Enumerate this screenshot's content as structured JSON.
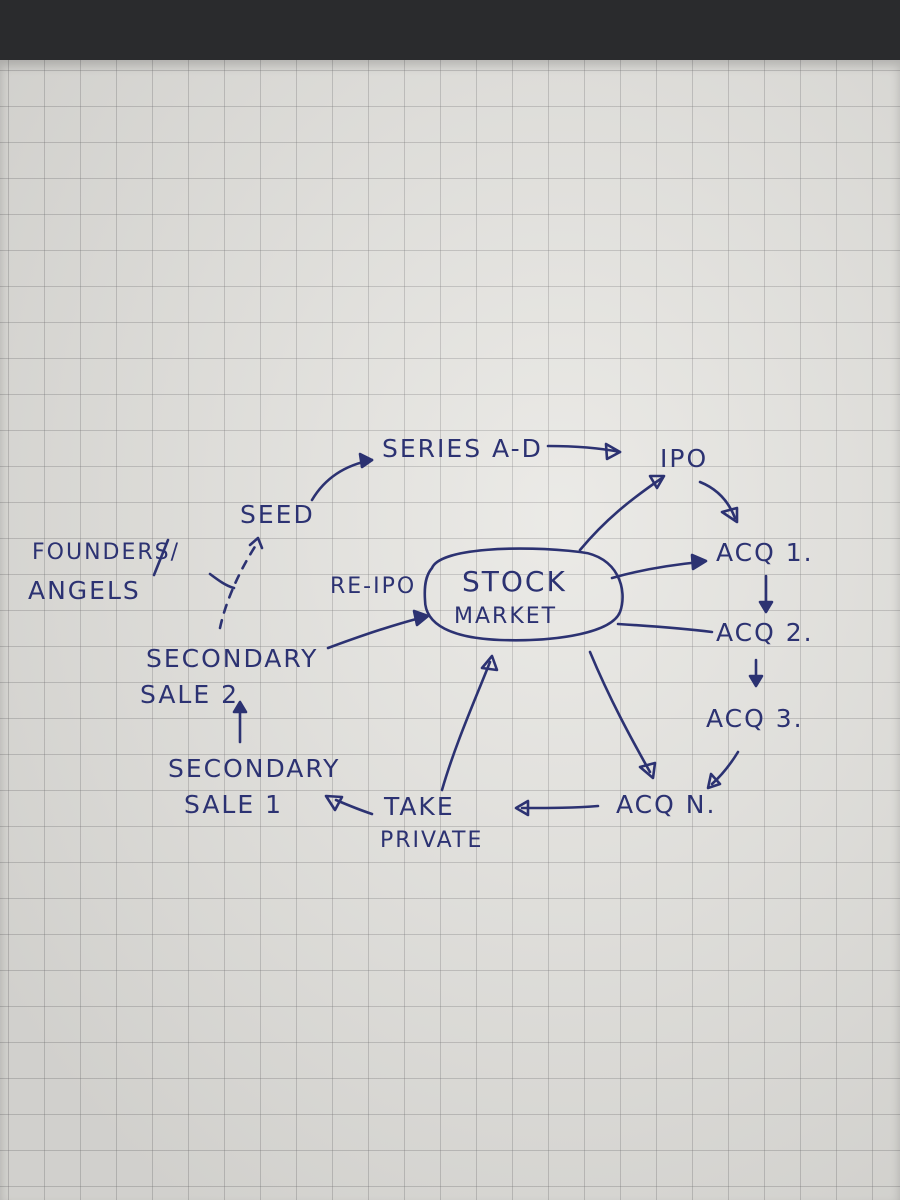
{
  "nodes": {
    "series": "SERIES A-D",
    "ipo": "IPO",
    "seed": "SEED",
    "founders_line1": "FOUNDERS/",
    "founders_line2": "ANGELS",
    "re_ipo": "RE-IPO",
    "stock_line1": "STOCK",
    "stock_line2": "MARKET",
    "acq1": "ACQ 1.",
    "acq2": "ACQ 2.",
    "acq3": "ACQ 3.",
    "acqn": "ACQ N.",
    "secondary2_line1": "SECONDARY",
    "secondary2_line2": "SALE 2",
    "secondary1_line1": "SECONDARY",
    "secondary1_line2": "SALE 1",
    "take_private_line1": "TAKE",
    "take_private_line2": "PRIVATE"
  },
  "ink_color": "#2c3272"
}
